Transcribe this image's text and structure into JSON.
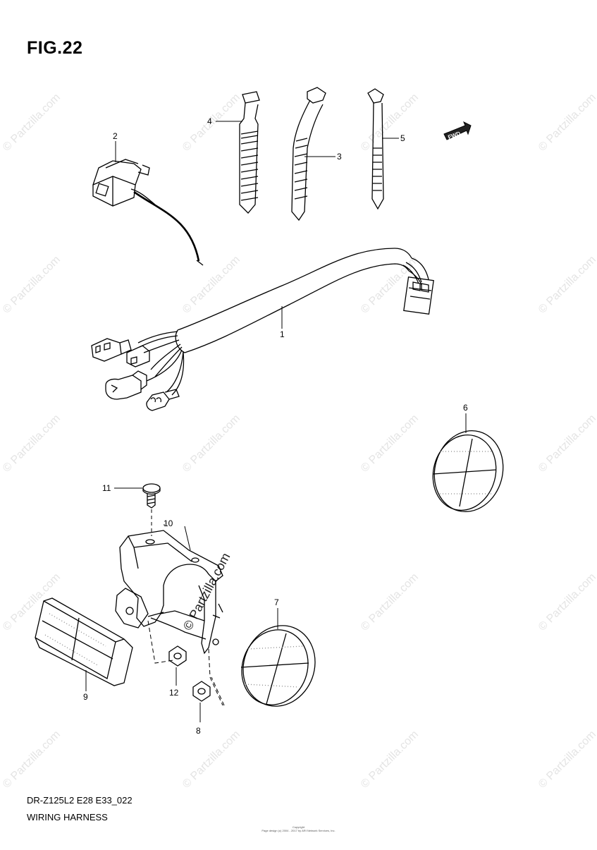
{
  "figure": {
    "title": "FIG.22",
    "model_code": "DR-Z125L2 E28 E33_022",
    "caption": "WIRING HARNESS",
    "copyright_line1": "Copyright",
    "copyright_line2": "Page design (c) 2004 - 2017 by ARI Network Services, Inc.",
    "watermark": "© Partzilla.com",
    "direction_marker": "FWD"
  },
  "callouts": [
    "1",
    "2",
    "3",
    "4",
    "5",
    "6",
    "7",
    "8",
    "9",
    "10",
    "11",
    "12"
  ]
}
